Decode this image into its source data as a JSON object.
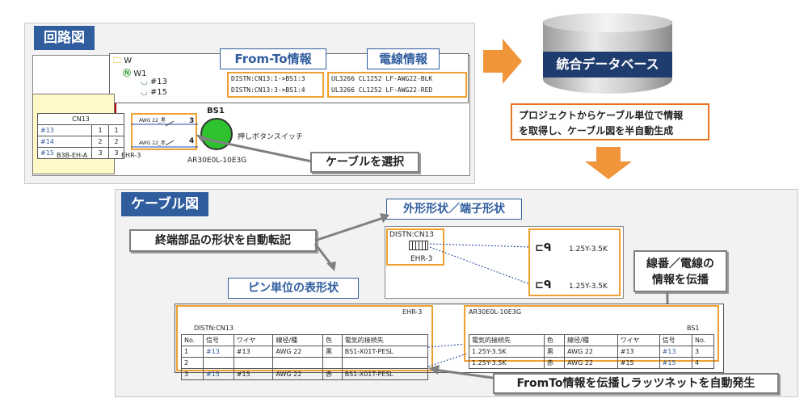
{
  "circuit": {
    "tag": "回路図",
    "tree_root": "W",
    "tree_w1": "W1",
    "tree_13": "#13",
    "tree_15": "#15",
    "fromto_label": "From-To情報",
    "wire_label": "電線情報",
    "fromto_rows": [
      "DISTN:CN13:1->BS1:3",
      "DISTN:CN13:3->BS1:4"
    ],
    "wire_rows": [
      "UL3266  CL1252  LF-AWG22-BLK",
      "UL3266  CL1252  LF-AWG22-RED"
    ],
    "connector_name": "CN13",
    "connector_rows": [
      [
        "#13",
        "1"
      ],
      [
        "#14",
        "2"
      ],
      [
        "#15",
        "3"
      ]
    ],
    "connector_part": "B3B-EH-A",
    "housing_pins": [
      "1",
      "2",
      "3"
    ],
    "housing_part": "EHR-3",
    "wire_tag_1": "AWG 22_黒",
    "wire_tag_2": "AWG 22_赤",
    "switch_pins": [
      "3",
      "4"
    ],
    "switch_name": "BS1",
    "switch_desc": "押しボタンスイッチ",
    "switch_part": "AR30E0L-10E3G",
    "select_callout": "ケーブルを選択"
  },
  "database": {
    "title": "統合データベース",
    "desc_line1": "プロジェクトからケーブル単位で情報",
    "desc_line2": "を取得し、ケーブル図を半自動生成"
  },
  "cable": {
    "tag": "ケーブル図",
    "shape_label": "外形形状／端子形状",
    "connector_ref": "DISTN:CN13",
    "connector_housing": "EHR-3",
    "terminal_1": "1.25Y-3.5K",
    "terminal_2": "1.25Y-3.5K",
    "callout_shape": "終端部品の形状を自動転記",
    "callout_wire_l1": "線番／電線の",
    "callout_wire_l2": "情報を伝播",
    "pin_table_label": "ピン単位の表形状",
    "left_table": {
      "part": "EHR-3",
      "title": "DISTN:CN13",
      "headers": [
        "No.",
        "信号",
        "ワイヤ",
        "線径/種",
        "色",
        "電気的接続先"
      ],
      "rows": [
        [
          "1",
          "#13",
          "#13",
          "AWG 22",
          "黒",
          "BS1-X01T-PESL"
        ],
        [
          "2",
          "",
          "",
          "",
          "",
          ""
        ],
        [
          "3",
          "#15",
          "#15",
          "AWG 22",
          "赤",
          "BS1-X01T-PESL"
        ]
      ]
    },
    "right_table": {
      "part": "AR30E0L-10E3G",
      "title": "BS1",
      "headers": [
        "電気的接続先",
        "色",
        "線径/種",
        "ワイヤ",
        "信号",
        "No."
      ],
      "rows": [
        [
          "1.25Y-3.5K",
          "黒",
          "AWG 22",
          "#13",
          "#13",
          "3"
        ],
        [
          "1.25Y-3.5K",
          "赤",
          "AWG 22",
          "#15",
          "#15",
          "4"
        ]
      ]
    },
    "callout_ratsnest": "FromTo情報を伝播しラッツネットを自動発生"
  },
  "colors": {
    "accent": "#2f5d9e",
    "highlight": "#f0a030",
    "arrow": "#f0953a",
    "green": "#2ec22e"
  }
}
